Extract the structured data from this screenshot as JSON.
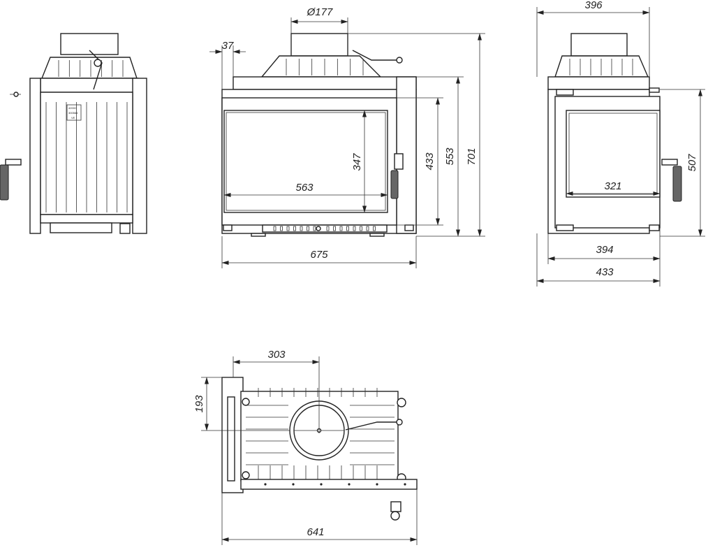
{
  "dimensions": {
    "flue_diameter": "Ø177",
    "frame_offset": "37",
    "inner_width": "563",
    "inner_height": "347",
    "door_height": "433",
    "body_height": "553",
    "total_height": "701",
    "front_width": "675",
    "side_depth_top": "396",
    "side_height": "507",
    "side_inner": "321",
    "side_frame": "394",
    "side_total": "433",
    "top_offset": "303",
    "top_depth": "193",
    "top_width": "641"
  },
  "plate_text": [
    "4200C",
    "300564",
    "VE"
  ]
}
